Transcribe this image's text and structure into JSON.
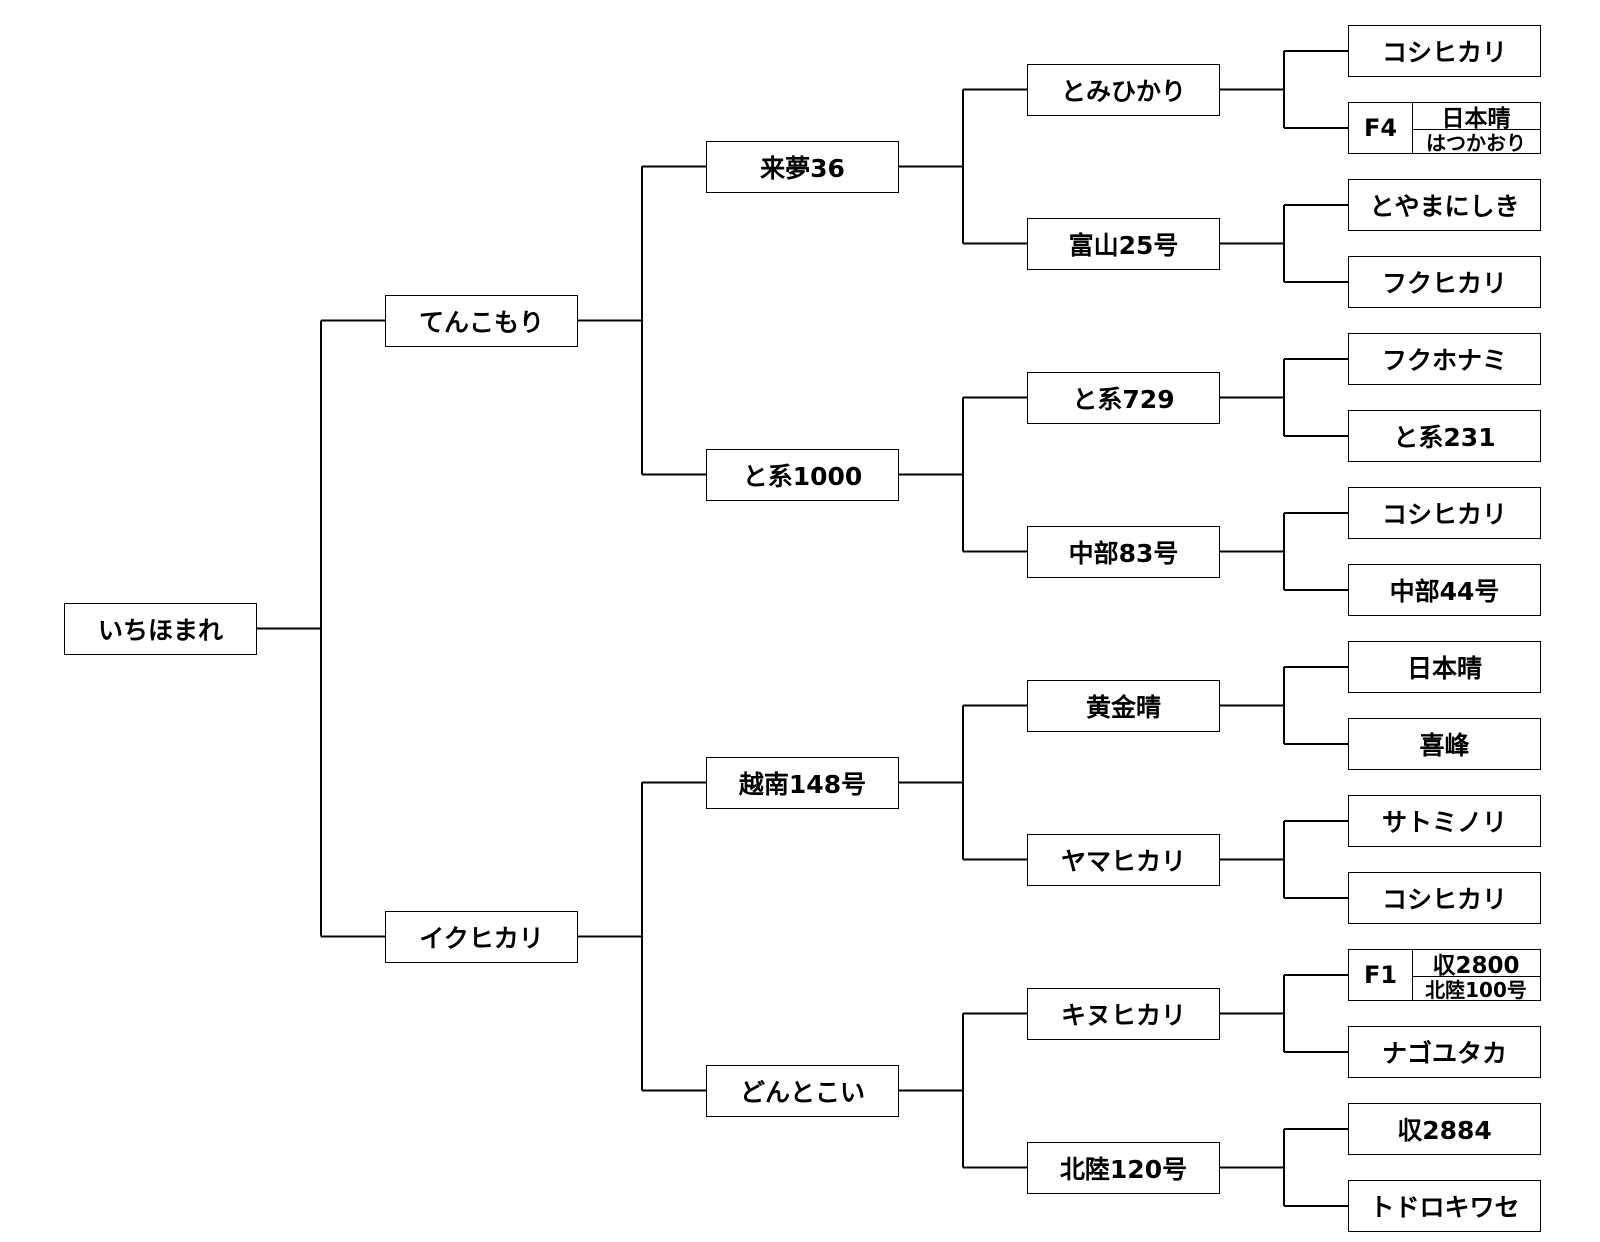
{
  "pedigree": {
    "gen1": {
      "label": "いちほまれ"
    },
    "gen2": [
      {
        "label": "てんこもり"
      },
      {
        "label": "イクヒカリ"
      }
    ],
    "gen3": [
      {
        "label": "来夢36"
      },
      {
        "label": "と系1000"
      },
      {
        "label": "越南148号"
      },
      {
        "label": "どんとこい"
      }
    ],
    "gen4": [
      {
        "label": "とみひかり"
      },
      {
        "label": "富山25号"
      },
      {
        "label": "と系729"
      },
      {
        "label": "中部83号"
      },
      {
        "label": "黄金晴"
      },
      {
        "label": "ヤマヒカリ"
      },
      {
        "label": "キヌヒカリ"
      },
      {
        "label": "北陸120号"
      }
    ],
    "gen5": [
      {
        "label": "コシヒカリ"
      },
      {
        "cross": "F4",
        "top": "日本晴",
        "bottom": "はつかおり"
      },
      {
        "label": "とやまにしき"
      },
      {
        "label": "フクヒカリ"
      },
      {
        "label": "フクホナミ"
      },
      {
        "label": "と系231"
      },
      {
        "label": "コシヒカリ"
      },
      {
        "label": "中部44号"
      },
      {
        "label": "日本晴"
      },
      {
        "label": "喜峰"
      },
      {
        "label": "サトミノリ"
      },
      {
        "label": "コシヒカリ"
      },
      {
        "cross": "F1",
        "top": "収2800",
        "bottom": "北陸100号"
      },
      {
        "label": "ナゴユタカ"
      },
      {
        "label": "収2884"
      },
      {
        "label": "トドロキワセ"
      }
    ]
  }
}
